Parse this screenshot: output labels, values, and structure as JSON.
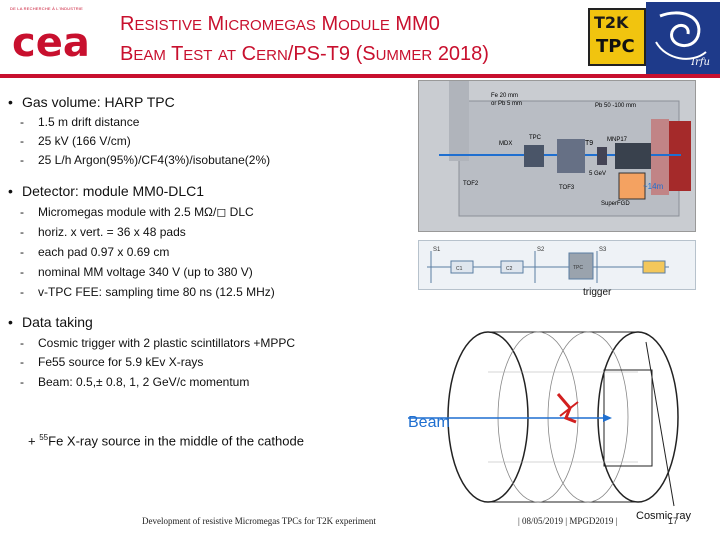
{
  "header": {
    "cea_tagline": "DE LA RECHERCHE À L'INDUSTRIE",
    "cea_logo_text": "cea",
    "title_line1": {
      "r": "R",
      "esistive": "ESISTIVE",
      "m1": "M",
      "icromegas": "ICROMEGAS",
      "m2": "M",
      "odule": "ODULE",
      "mm0": "MM0"
    },
    "title_line2": {
      "b": "B",
      "eam": "EAM",
      "t": "T",
      "est": "EST",
      "at": "AT",
      "c": "C",
      "ern": "ERN",
      "ps": "/PS-T9 (",
      "s": "S",
      "ummer": "UMMER",
      "year": "2018)"
    },
    "t2k_logo": "T2K",
    "tpc_logo": "TPC",
    "irfu_logo": "Irfu"
  },
  "bullets": [
    {
      "label": "Gas volume: HARP TPC",
      "items": [
        "1.5 m drift distance",
        "25 kV (166 V/cm)",
        "25 L/h Argon(95%)/CF4(3%)/isobutane(2%)"
      ]
    },
    {
      "label": "Detector: module MM0-DLC1",
      "items": [
        "Micromegas module with  2.5 MΩ/◻  DLC",
        "horiz. x vert. = 36 x 48 pads",
        "each pad 0.97 x 0.69 cm",
        "nominal MM voltage 340 V (up to 380 V)",
        "v-TPC FEE: sampling time 80 ns (12.5 MHz)"
      ]
    },
    {
      "label": "Data taking",
      "items": [
        "Cosmic trigger with 2 plastic scintillators +MPPC",
        "Fe55 source for 5.9 kEv X-rays",
        "Beam: 0.5,± 0.8, 1, 2 GeV/c momentum"
      ]
    }
  ],
  "fe55_note": {
    "prefix": "+ ",
    "sup": "55",
    "text": "Fe X-ray source in the middle of the cathode"
  },
  "beam_layout": {
    "fe": "Fe 20 mm",
    "fe2": "or Pb 5 mm",
    "pb": "Pb 50 -100 mm",
    "mdx": "MDX",
    "tpc": "TPC",
    "t9": "T9",
    "mnp17": "MNP17",
    "gev": "5 GeV",
    "tof2": "TOF2",
    "tof3": "TOF3",
    "superfgd": "SuperFGD",
    "distance": "~14m"
  },
  "daq_strip": {
    "s1": "S1",
    "s2": "S2",
    "s3": "S3",
    "c1": "C1",
    "c2": "C2",
    "tpc": "TPC",
    "trigger": "trigger"
  },
  "diagram": {
    "beam_label": "Beam"
  },
  "footer": {
    "left": "Development of resistive Micromegas TPCs for T2K experiment",
    "right": "|   08/05/2019   |   MPGD2019   |",
    "cosmic_ray": "Cosmic ray",
    "page": "17"
  },
  "colors": {
    "accent": "#c8102e",
    "beam_blue": "#1f6fd0",
    "track_red": "#d21f1f"
  }
}
